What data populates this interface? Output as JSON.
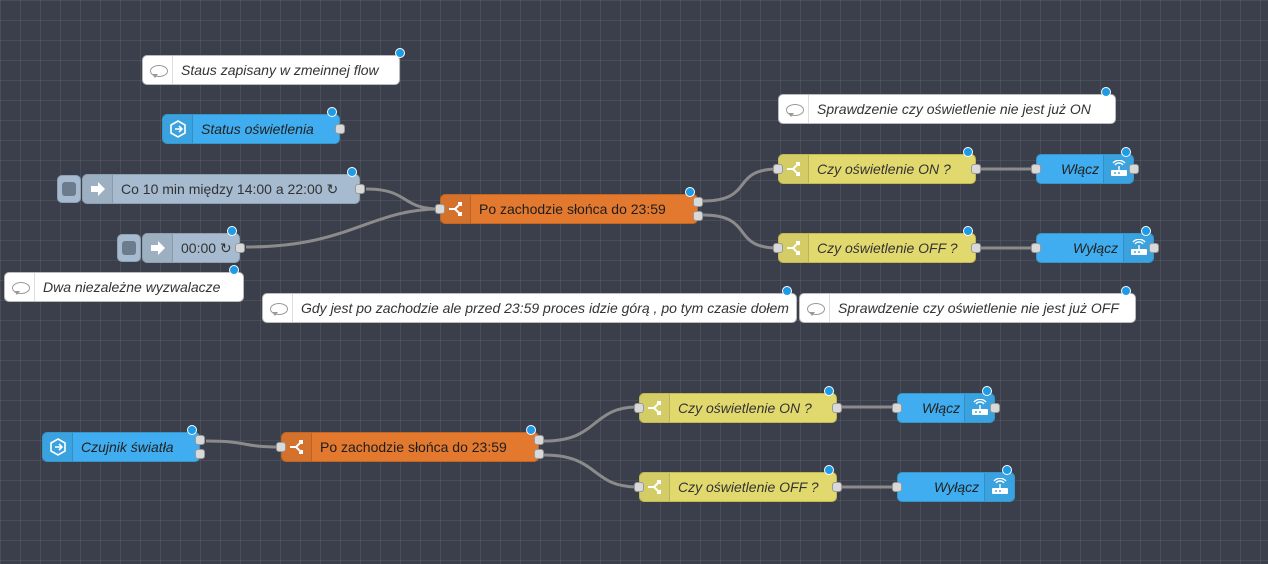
{
  "canvas": {
    "comments": [
      {
        "id": "c1",
        "label": "Staus zapisany w zmeinnej flow"
      },
      {
        "id": "c2",
        "label": "Sprawdzenie czy oświetlenie nie jest już ON"
      },
      {
        "id": "c3",
        "label": "Dwa niezależne wyzwalacze"
      },
      {
        "id": "c4",
        "label": "Gdy jest po zachodzie ale przed 23:59 proces idzie górą , po tym czasie dołem"
      },
      {
        "id": "c5",
        "label": "Sprawdzenie czy oświetlenie nie jest już OFF"
      }
    ],
    "status_node": {
      "label": "Status oświetlenia",
      "icon": "ha-entity-icon"
    },
    "inject_nodes": [
      {
        "label": "Co 10 min między 14:00 a 22:00 ↻",
        "icon": "inject-arrow-icon"
      },
      {
        "label": "00:00 ↻",
        "icon": "inject-arrow-icon"
      }
    ],
    "switch_nodes": [
      {
        "label": "Po zachodzie słońca do 23:59",
        "icon": "switch-icon"
      },
      {
        "label": "Po zachodzie słońca do 23:59",
        "icon": "switch-icon"
      }
    ],
    "condition_nodes": [
      {
        "label": "Czy oświetlenie ON ?",
        "icon": "switch-icon"
      },
      {
        "label": "Czy oświetlenie OFF ?",
        "icon": "switch-icon"
      },
      {
        "label": "Czy oświetlenie ON ?",
        "icon": "switch-icon"
      },
      {
        "label": "Czy oświetlenie OFF ?",
        "icon": "switch-icon"
      }
    ],
    "service_nodes": [
      {
        "label": "Włącz",
        "icon": "router-icon"
      },
      {
        "label": "Wyłącz",
        "icon": "router-icon"
      },
      {
        "label": "Włącz",
        "icon": "router-icon"
      },
      {
        "label": "Wyłącz",
        "icon": "router-icon"
      }
    ],
    "sensor_node": {
      "label": "Czujnik światła",
      "icon": "ha-entity-icon"
    }
  },
  "colors": {
    "ha_blue": "#3fadef",
    "inject_gray": "#a6bbcf",
    "switch_orange": "#e2792f",
    "condition_yellow": "#e2d96e",
    "changed_dot": "#1e9be7",
    "wire": "#8b8b8b"
  }
}
